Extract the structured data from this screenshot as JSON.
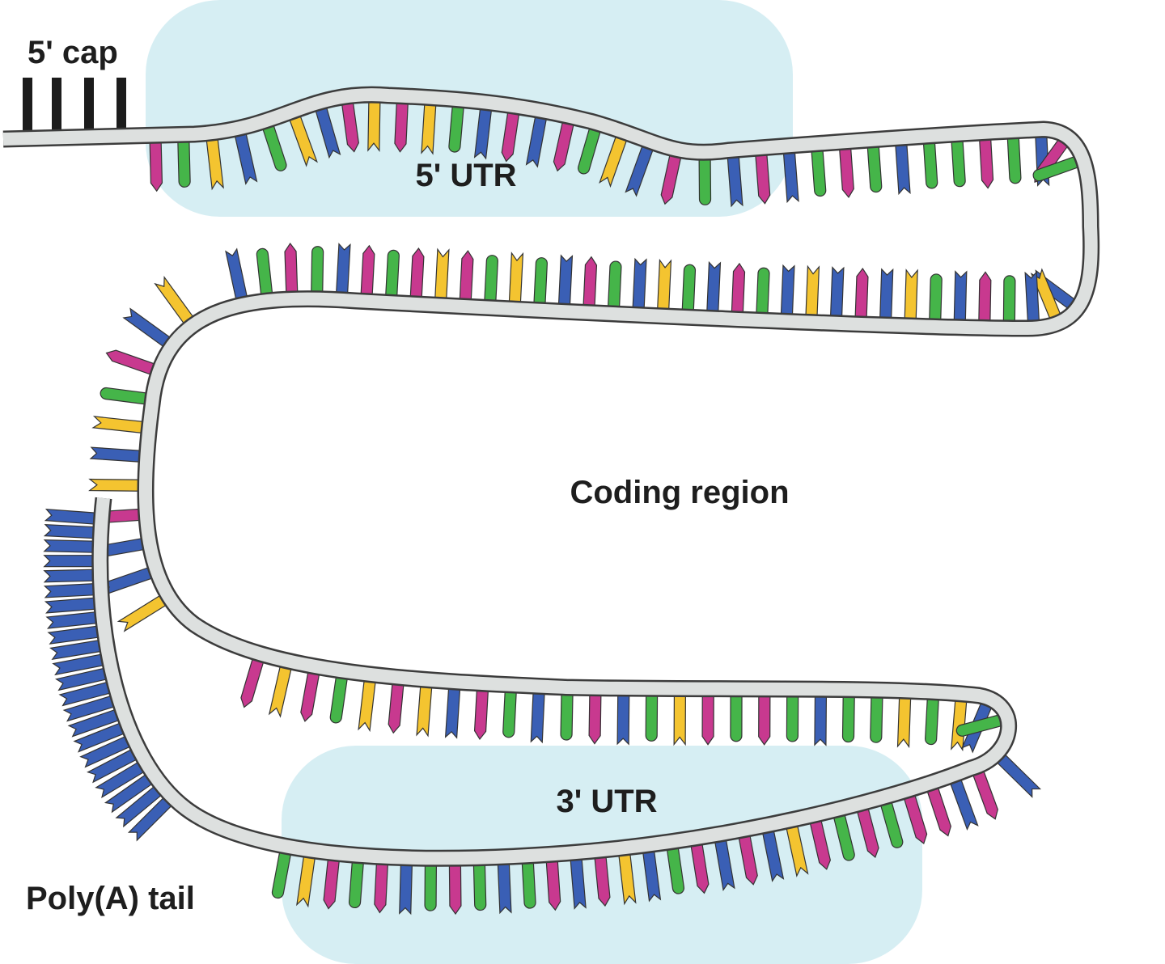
{
  "labels": {
    "cap": "5' cap",
    "utr5": "5' UTR",
    "coding": "Coding region",
    "utr3": "3' UTR",
    "polya": "Poly(A) tail"
  },
  "colors": {
    "region_fill": "#d6eef3",
    "backbone_fill": "#dde0df",
    "backbone_stroke": "#3c3c3c",
    "cap": "#1c1c1c",
    "A": "#3a5fb5",
    "C": "#c8398f",
    "G": "#45b549",
    "U": "#f4c430",
    "outline": "#333333"
  },
  "bases": {
    "utr5": "CGUBGUBCUCUGBCBCGUBCGBCBGCGBGGCGBCG",
    "coding_top": "BUBGCBGUBCBUBGCBGUBGCBGUGCUCGCBGCGB",
    "coding_left": "UBCGUBUCBBU",
    "coding_bottom": "CUCGUCUBCGBGCBGUCGCGBGGUGUBG",
    "utr3": "BCBCCGCGCUBCBCGBUCBCGBGCGBCGCUG",
    "polya_count": 22
  }
}
